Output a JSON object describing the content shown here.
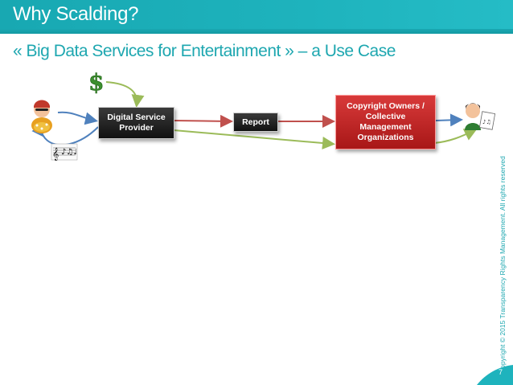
{
  "slide": {
    "title": "Why Scalding?",
    "subtitle": "« Big Data Services for Entertainment » – a Use Case",
    "copyright": "Copyright © 2015 Transparency Rights Management. All rights reserved",
    "page_number": "7"
  },
  "diagram": {
    "dsp_label": "Digital Service Provider",
    "report_label": "Report",
    "owners_label": "Copyright Owners / Collective Management Organizations"
  },
  "colors": {
    "title_bar": "#1eb3bd",
    "accent": "#1ea7b0",
    "box_dark": "#1a1a1a",
    "box_red": "#c82a2a",
    "arrow_blue": "#4f81bd",
    "arrow_red": "#c0504d",
    "arrow_green": "#9bbb59"
  },
  "icons": [
    "consumer-icon",
    "dollar-icon",
    "music-notes-icon",
    "rights-holder-icon"
  ]
}
